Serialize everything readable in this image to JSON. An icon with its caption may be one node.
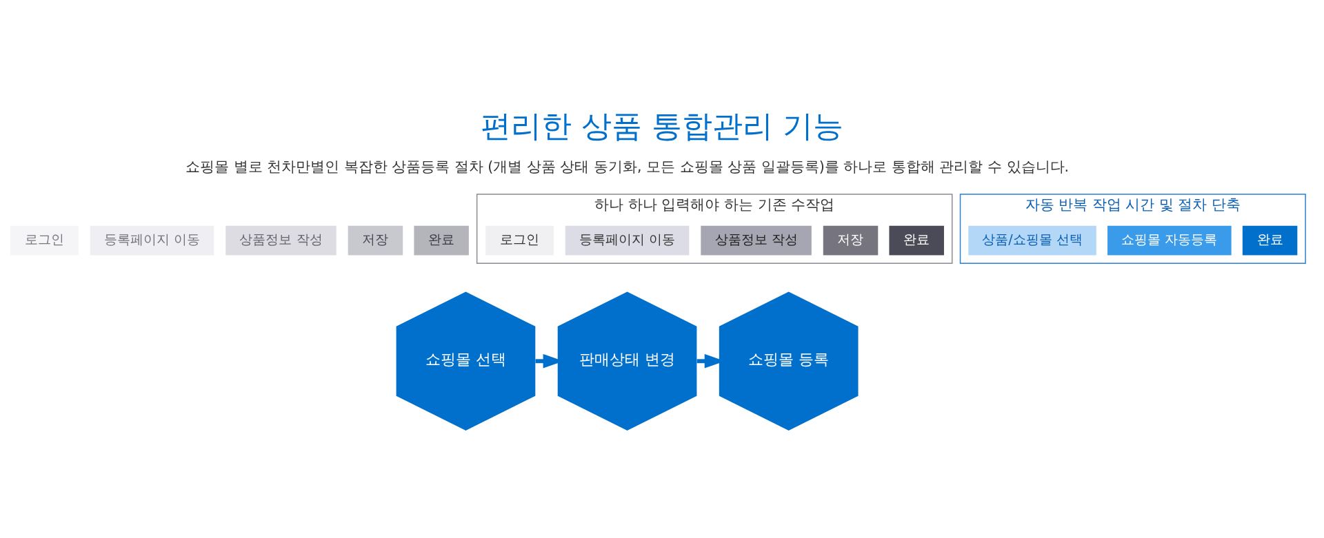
{
  "diagram": {
    "title": "편리한 상품 통합관리 기능",
    "nodes": [
      {
        "text": [
          "로그인"
        ]
      },
      {
        "text": [
          "등록페이지 이동"
        ]
      },
      {
        "text": [
          "상품정보 작성"
        ]
      },
      {
        "text": [
          "저장"
        ]
      },
      {
        "text": [
          "완료"
        ]
      },
      {
        "text": [
          "하나 하나 입력해야 하는 기존 수작업"
        ]
      },
      {
        "text": [
          "로그인"
        ],
        "in": 5
      },
      {
        "text": [
          "등록페이지 이동"
        ],
        "in": 5
      },
      {
        "text": [
          "상품정보 작성"
        ],
        "in": 5
      },
      {
        "text": [
          "저장"
        ],
        "in": 5
      },
      {
        "text": [
          "완료"
        ],
        "in": 5
      },
      {
        "text": [
          "자동 반복 작업 시간 및 절차 단축"
        ]
      },
      {
        "text": [
          "상품/쇼핑몰 선택"
        ],
        "in": 11
      },
      {
        "text": [
          "쇼핑몰 자동등록"
        ],
        "in": 11
      },
      {
        "text": [
          "완료"
        ],
        "in": 11
      },
      {
        "text": [
          "쇼핑몰 선택"
        ]
      },
      {
        "text": [
          "판매상태 변경"
        ]
      },
      {
        "text": [
          "쇼핑몰 등록"
        ]
      }
    ],
    "edges": [
      {
        "from": 15,
        "to": 16,
        "arrow": "to"
      },
      {
        "from": 16,
        "to": 17,
        "arrow": "to"
      }
    ],
    "labels": [
      "쇼핑몰 별로 천차만별인 복잡한 상품등록 절차 (개별 상품 상태 동기화, 모든 쇼핑몰 상품 일괄등록)를 하나로 통합해 관리할 수 있습니다."
    ]
  }
}
